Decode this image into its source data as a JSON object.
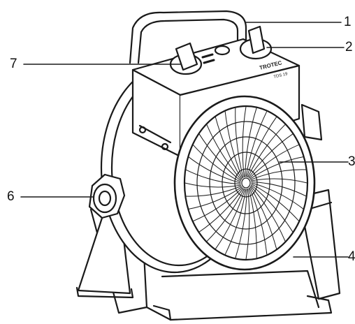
{
  "figure": {
    "brand_logo_text": "TROTEC",
    "model_text": "TDS 19",
    "callouts": [
      {
        "number": "1",
        "part": "carrying handle"
      },
      {
        "number": "2",
        "part": "thermostat knob"
      },
      {
        "number": "3",
        "part": "front fan grille"
      },
      {
        "number": "4",
        "part": "stand base"
      },
      {
        "number": "6",
        "part": "locking knob"
      },
      {
        "number": "7",
        "part": "operating mode switch"
      }
    ]
  }
}
